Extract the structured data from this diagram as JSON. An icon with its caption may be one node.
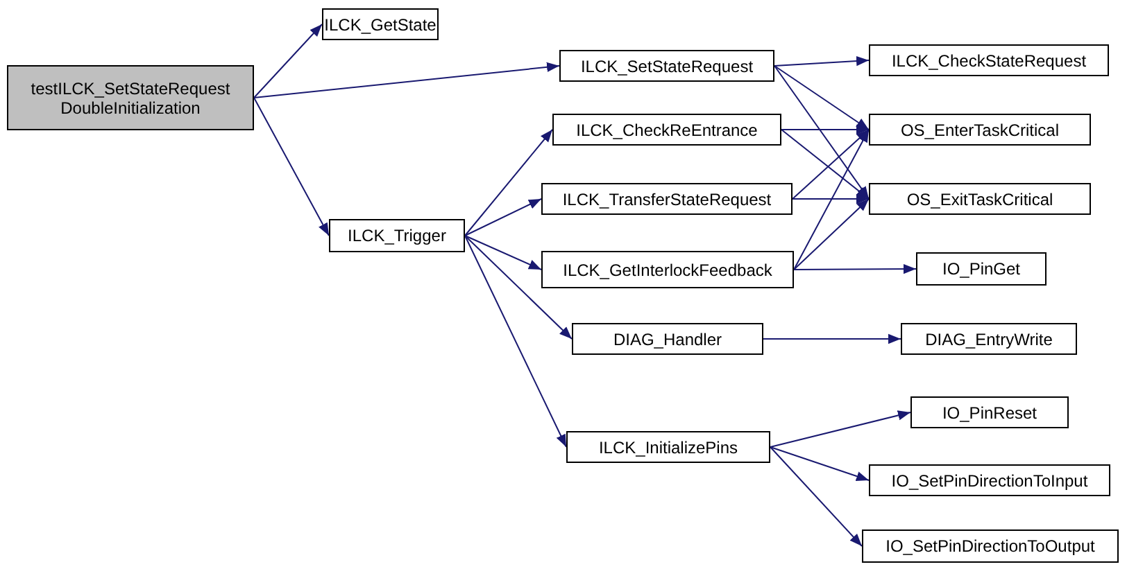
{
  "diagram": {
    "nodes": [
      {
        "text": [
          "testILCK_SetStateRequest DoubleInitialization"
        ]
      },
      {
        "text": [
          "ILCK_GetState"
        ]
      },
      {
        "text": [
          "ILCK_Trigger"
        ]
      },
      {
        "text": [
          "ILCK_SetStateRequest"
        ]
      },
      {
        "text": [
          "ILCK_CheckReEntrance"
        ]
      },
      {
        "text": [
          "ILCK_TransferStateRequest"
        ]
      },
      {
        "text": [
          "ILCK_GetInterlockFeedback"
        ]
      },
      {
        "text": [
          "DIAG_Handler"
        ]
      },
      {
        "text": [
          "ILCK_InitializePins"
        ]
      },
      {
        "text": [
          "ILCK_CheckStateRequest"
        ]
      },
      {
        "text": [
          "OS_EnterTaskCritical"
        ]
      },
      {
        "text": [
          "OS_ExitTaskCritical"
        ]
      },
      {
        "text": [
          "IO_PinGet"
        ]
      },
      {
        "text": [
          "DIAG_EntryWrite"
        ]
      },
      {
        "text": [
          "IO_PinReset"
        ]
      },
      {
        "text": [
          "IO_SetPinDirectionToInput"
        ]
      },
      {
        "text": [
          "IO_SetPinDirectionToOutput"
        ]
      }
    ],
    "edges": [
      {
        "from": 0,
        "to": 1,
        "arrow": "to"
      },
      {
        "from": 0,
        "to": 3,
        "arrow": "to"
      },
      {
        "from": 0,
        "to": 2,
        "arrow": "to"
      },
      {
        "from": 3,
        "to": 9,
        "arrow": "to"
      },
      {
        "from": 3,
        "to": 10,
        "arrow": "to"
      },
      {
        "from": 3,
        "to": 11,
        "arrow": "to"
      },
      {
        "from": 2,
        "to": 4,
        "arrow": "to"
      },
      {
        "from": 2,
        "to": 5,
        "arrow": "to"
      },
      {
        "from": 2,
        "to": 6,
        "arrow": "to"
      },
      {
        "from": 2,
        "to": 7,
        "arrow": "to"
      },
      {
        "from": 2,
        "to": 8,
        "arrow": "to"
      },
      {
        "from": 4,
        "to": 10,
        "arrow": "to"
      },
      {
        "from": 4,
        "to": 11,
        "arrow": "to"
      },
      {
        "from": 5,
        "to": 10,
        "arrow": "to"
      },
      {
        "from": 5,
        "to": 11,
        "arrow": "to"
      },
      {
        "from": 6,
        "to": 10,
        "arrow": "to"
      },
      {
        "from": 6,
        "to": 11,
        "arrow": "to"
      },
      {
        "from": 6,
        "to": 12,
        "arrow": "to"
      },
      {
        "from": 7,
        "to": 13,
        "arrow": "to"
      },
      {
        "from": 8,
        "to": 14,
        "arrow": "to"
      },
      {
        "from": 8,
        "to": 15,
        "arrow": "to"
      },
      {
        "from": 8,
        "to": 16,
        "arrow": "to"
      }
    ]
  }
}
